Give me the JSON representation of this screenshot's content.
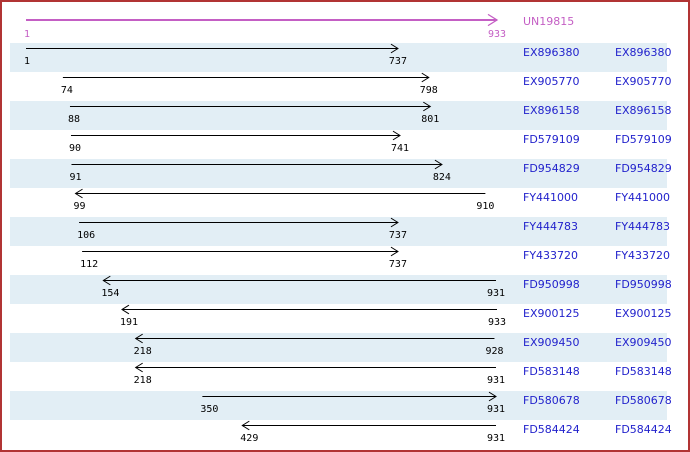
{
  "figure": {
    "reference": {
      "name": "UN19815",
      "start": 1,
      "end": 933,
      "direction": "right"
    },
    "rows": [
      {
        "accession": "EX896380",
        "start": 1,
        "end": 737,
        "direction": "right"
      },
      {
        "accession": "EX905770",
        "start": 74,
        "end": 798,
        "direction": "right"
      },
      {
        "accession": "EX896158",
        "start": 88,
        "end": 801,
        "direction": "right"
      },
      {
        "accession": "FD579109",
        "start": 90,
        "end": 741,
        "direction": "right"
      },
      {
        "accession": "FD954829",
        "start": 91,
        "end": 824,
        "direction": "right"
      },
      {
        "accession": "FY441000",
        "start": 99,
        "end": 910,
        "direction": "left"
      },
      {
        "accession": "FY444783",
        "start": 106,
        "end": 737,
        "direction": "right"
      },
      {
        "accession": "FY433720",
        "start": 112,
        "end": 737,
        "direction": "right"
      },
      {
        "accession": "FD950998",
        "start": 154,
        "end": 931,
        "direction": "left"
      },
      {
        "accession": "EX900125",
        "start": 191,
        "end": 933,
        "direction": "left"
      },
      {
        "accession": "EX909450",
        "start": 218,
        "end": 928,
        "direction": "left"
      },
      {
        "accession": "FD583148",
        "start": 218,
        "end": 931,
        "direction": "left"
      },
      {
        "accession": "FD580678",
        "start": 350,
        "end": 931,
        "direction": "right"
      },
      {
        "accession": "FD584424",
        "start": 429,
        "end": 931,
        "direction": "left"
      }
    ],
    "colors": {
      "border": "#b13434",
      "stripe": "#e2eef5",
      "accession_link": "#2222cc",
      "reference": "#c45ec4",
      "alignment_arrow": "#000000"
    }
  },
  "chart_data": {
    "type": "bar",
    "variant": "horizontal-range alignment spans with strand arrows",
    "title": "",
    "xlabel": "",
    "ylabel": "",
    "xlim": [
      1,
      933
    ],
    "grid": false,
    "legend": "none",
    "reference": {
      "name": "UN19815",
      "span": [
        1,
        933
      ],
      "strand": "forward"
    },
    "categories": [
      "EX896380",
      "EX905770",
      "EX896158",
      "FD579109",
      "FD954829",
      "FY441000",
      "FY444783",
      "FY433720",
      "FD950998",
      "EX900125",
      "EX909450",
      "FD583148",
      "FD580678",
      "FD584424"
    ],
    "series": [
      {
        "name": "span_start",
        "values": [
          1,
          74,
          88,
          90,
          91,
          99,
          106,
          112,
          154,
          191,
          218,
          218,
          350,
          429
        ]
      },
      {
        "name": "span_end",
        "values": [
          737,
          798,
          801,
          741,
          824,
          910,
          737,
          737,
          931,
          933,
          928,
          931,
          931,
          931
        ]
      },
      {
        "name": "strand",
        "values": [
          "forward",
          "forward",
          "forward",
          "forward",
          "forward",
          "reverse",
          "forward",
          "forward",
          "reverse",
          "reverse",
          "reverse",
          "reverse",
          "forward",
          "reverse"
        ]
      }
    ]
  }
}
